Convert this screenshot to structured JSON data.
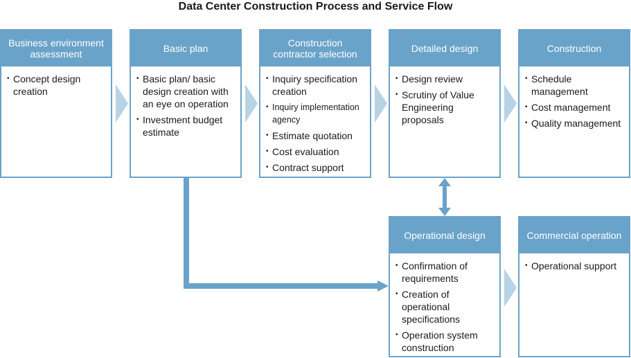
{
  "title": "Data Center Construction Process and Service Flow",
  "colors": {
    "box_border": "#6aa3c9",
    "header_fill": "#6aa3c9",
    "chevron": "#b7d3e6",
    "connector": "#6aa3c9"
  },
  "boxes": {
    "business": {
      "header": [
        "Business environment",
        "assessment"
      ],
      "items": [
        "Concept design creation"
      ]
    },
    "basic_plan": {
      "header": [
        "Basic plan"
      ],
      "items": [
        "Basic plan/ basic design creation with an eye on operation",
        "Investment budget estimate"
      ]
    },
    "contractor": {
      "header": [
        "Construction",
        "contractor selection"
      ],
      "items": [
        "Inquiry specification creation",
        "Inquiry implementation agency",
        "Estimate quotation",
        "Cost evaluation",
        "Contract support"
      ]
    },
    "detailed": {
      "header": [
        "Detailed design"
      ],
      "items": [
        "Design review",
        "Scrutiny of Value Engineering proposals"
      ]
    },
    "construction": {
      "header": [
        "Construction"
      ],
      "items": [
        "Schedule management",
        "Cost management",
        "Quality management"
      ]
    },
    "operational": {
      "header": [
        "Operational design"
      ],
      "items": [
        "Confirmation of requirements",
        "Creation of operational specifications",
        "Operation system construction"
      ]
    },
    "commercial": {
      "header": [
        "Commercial operation"
      ],
      "items": [
        "Operational support"
      ]
    }
  },
  "icons": {
    "flow_arrow": "chevron-right",
    "bidirectional": "double-arrow-vertical",
    "elbow": "elbow-arrow"
  }
}
